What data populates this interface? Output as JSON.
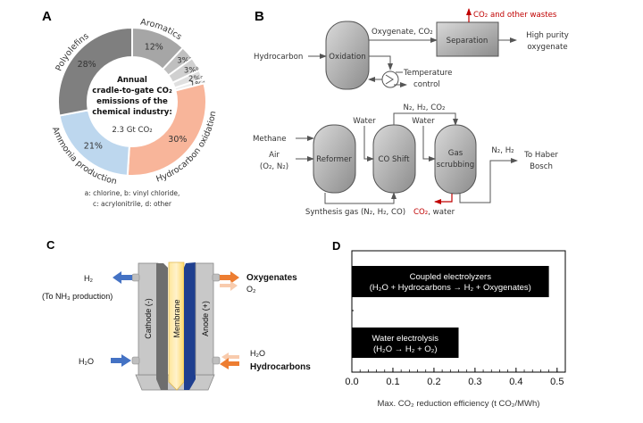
{
  "panels": {
    "a": {
      "label": "A",
      "center_lines": [
        "Annual",
        "cradle-to-gate CO₂",
        "emissions of the",
        "chemical industry:"
      ],
      "total": "2.3 Gt CO₂",
      "footnote_lines": [
        "a: chlorine,  b: vinyl chloride,",
        "c: acrylonitrile,  d: other"
      ]
    },
    "b": {
      "label": "B",
      "oxidation": {
        "vessel": "Oxidation",
        "input": "Hydrocarbon",
        "overhead_stream": "Oxygenate, CO₂",
        "separation": "Separation",
        "waste": "CO₂ and other wastes",
        "product_lines": [
          "High purity",
          "oxygenate"
        ],
        "temp_lines": [
          "Temperature",
          "control"
        ]
      },
      "ammonia": {
        "inputs": [
          "Methane",
          "Air",
          "(O₂, N₂)"
        ],
        "reformer": "Reformer",
        "shift": "CO Shift",
        "scrubber_lines": [
          "Gas",
          "scrubbing"
        ],
        "water_1": "Water",
        "water_2": "Water",
        "bypass_stream": "N₂, H₂, CO₂",
        "syngas": "Synthesis gas (N₂, H₂, CO)",
        "co2_water_red": "CO₂",
        "co2_water_rest": ", water",
        "outlet_stream": "N₂, H₂",
        "destination_lines": [
          "To Haber",
          "Bosch"
        ]
      },
      "colors": {
        "waste_red": "#c00000",
        "line": "#555555"
      }
    },
    "c": {
      "label": "C",
      "cathode": "Cathode (-)",
      "membrane": "Membrane",
      "anode": "Anode (+)",
      "h2_out": "H₂",
      "nh3_note": "(To NH₃ production)",
      "h2o_in_left": "H₂O",
      "oxygenates_out": "Oxygenates",
      "o2_out": "O₂",
      "h2o_in_right": "H₂O",
      "hydrocarbons_in": "Hydrocarbons",
      "colors": {
        "blue_arrow": "#4472c4",
        "orange_arrow": "#ed7d31",
        "light_orange": "#f8cbad",
        "membrane": "#ffe699",
        "anode_layer": "#1f3f8f"
      }
    },
    "d": {
      "label": "D"
    }
  },
  "chart_data": [
    {
      "type": "pie",
      "title": "Annual cradle-to-gate CO₂ emissions of the chemical industry: 2.3 Gt CO₂",
      "categories": [
        "Aromatics",
        "Chlorine (a)",
        "Vinyl chloride (b)",
        "Acrylonitrile (c)",
        "Other (d)",
        "Hydrocarbon oxidation",
        "Ammonia production",
        "Polyolefins"
      ],
      "values": [
        12,
        3,
        3,
        2,
        1,
        30,
        21,
        28
      ],
      "labels": [
        "12%",
        "3%",
        "3%",
        "2%",
        "1%",
        "30%",
        "21%",
        "28%"
      ],
      "superscripts": [
        "",
        "a",
        "b",
        "c",
        "d",
        "",
        "",
        ""
      ],
      "outer_labels": [
        "Aromatics",
        "",
        "",
        "",
        "",
        "Hydrocarbon oxidation",
        "Ammonia production",
        "Polyolefins"
      ],
      "colors": [
        "#a6a6a6",
        "#bfbfbf",
        "#d0d0d0",
        "#e0e0e0",
        "#ececec",
        "#f8b59a",
        "#bdd7ee",
        "#7f7f7f"
      ],
      "label_colors": [
        "#7f7f7f",
        "",
        "",
        "",
        "",
        "#f4a57c",
        "#2e75b6",
        "#7f7f7f"
      ],
      "donut": true
    },
    {
      "type": "bar",
      "orientation": "horizontal",
      "categories": [
        "Coupled electrolyzers",
        "Water electrolysis"
      ],
      "bar_text": [
        [
          "Coupled electrolyzers",
          "(H₂O + Hydrocarbons → H₂ + Oxygenates)"
        ],
        [
          "Water electrolysis",
          "(H₂O → H₂ + O₂)"
        ]
      ],
      "values": [
        0.48,
        0.26
      ],
      "xlabel": "Max. CO₂ reduction efficiency (t CO₂/MWh)",
      "ylabel": "",
      "xlim": [
        0.0,
        0.52
      ],
      "xticks": [
        0.0,
        0.1,
        0.2,
        0.3,
        0.4,
        0.5
      ],
      "xtick_labels": [
        "0.0",
        "0.1",
        "0.2",
        "0.3",
        "0.4",
        "0.5"
      ],
      "bar_color": "#000000",
      "grid": false
    }
  ]
}
